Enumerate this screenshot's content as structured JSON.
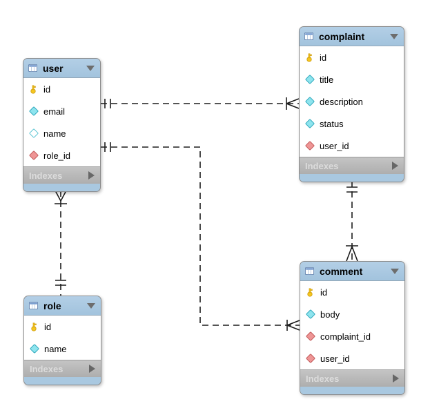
{
  "diagram": {
    "tables": [
      {
        "name": "user",
        "footer_label": "Indexes",
        "columns": [
          {
            "name": "id",
            "icon": "primary-key-icon"
          },
          {
            "name": "email",
            "icon": "attribute-icon"
          },
          {
            "name": "name",
            "icon": "attribute-nullable-icon"
          },
          {
            "name": "role_id",
            "icon": "foreign-key-icon"
          }
        ]
      },
      {
        "name": "complaint",
        "footer_label": "Indexes",
        "columns": [
          {
            "name": "id",
            "icon": "primary-key-icon"
          },
          {
            "name": "title",
            "icon": "attribute-icon"
          },
          {
            "name": "description",
            "icon": "attribute-icon"
          },
          {
            "name": "status",
            "icon": "attribute-icon"
          },
          {
            "name": "user_id",
            "icon": "foreign-key-icon"
          }
        ]
      },
      {
        "name": "role",
        "footer_label": "Indexes",
        "columns": [
          {
            "name": "id",
            "icon": "primary-key-icon"
          },
          {
            "name": "name",
            "icon": "attribute-icon"
          }
        ]
      },
      {
        "name": "comment",
        "footer_label": "Indexes",
        "columns": [
          {
            "name": "id",
            "icon": "primary-key-icon"
          },
          {
            "name": "body",
            "icon": "attribute-icon"
          },
          {
            "name": "complaint_id",
            "icon": "foreign-key-icon"
          },
          {
            "name": "user_id",
            "icon": "foreign-key-icon"
          }
        ]
      }
    ],
    "relationships": [
      {
        "from": "user",
        "to": "complaint",
        "cardinality": "one-to-many",
        "from_marker": "exactly-one",
        "to_marker": "one-or-many-crow-foot",
        "line_style": "dashed"
      },
      {
        "from": "user",
        "to": "comment",
        "cardinality": "one-to-many",
        "from_marker": "exactly-one",
        "to_marker": "one-or-many-crow-foot",
        "line_style": "dashed"
      },
      {
        "from": "role",
        "to": "user",
        "cardinality": "one-to-many",
        "from_marker": "exactly-one",
        "to_marker": "one-or-many-crow-foot",
        "line_style": "dashed"
      },
      {
        "from": "complaint",
        "to": "comment",
        "cardinality": "one-to-many",
        "from_marker": "exactly-one",
        "to_marker": "one-or-many-crow-foot",
        "line_style": "dashed"
      }
    ],
    "colors": {
      "table_header": "#a9c8e0",
      "table_body": "#ffffff",
      "table_border": "#8b8b8b",
      "indexes_bar": "#b7b7b7",
      "indexes_text": "#dcdcdc",
      "primary_key_icon": "#f6c71f",
      "attribute_icon": "#8ee4ee",
      "foreign_key_icon": "#ee9595",
      "relationship_line": "#1c1c1c"
    }
  }
}
